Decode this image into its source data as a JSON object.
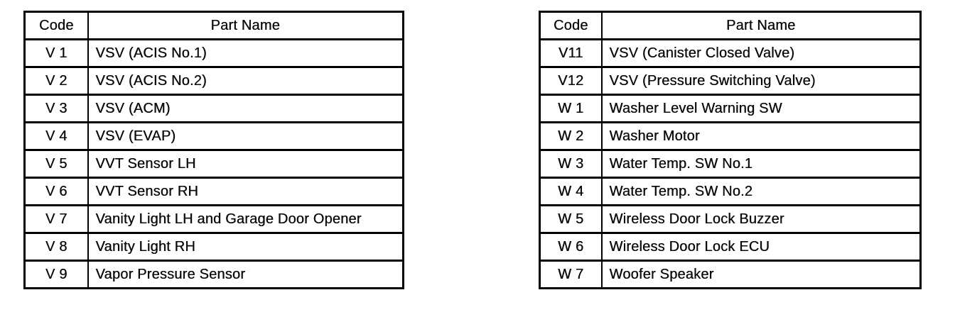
{
  "page": {
    "background_color": "#ffffff",
    "text_color": "#0a0a0a",
    "border_color": "#000000"
  },
  "tables": [
    {
      "id": "left",
      "headers": {
        "code": "Code",
        "part_name": "Part Name"
      },
      "rows": [
        {
          "code": "V 1",
          "part_name": "VSV (ACIS No.1)"
        },
        {
          "code": "V 2",
          "part_name": "VSV (ACIS No.2)"
        },
        {
          "code": "V 3",
          "part_name": "VSV (ACM)"
        },
        {
          "code": "V 4",
          "part_name": "VSV (EVAP)"
        },
        {
          "code": "V 5",
          "part_name": "VVT Sensor LH"
        },
        {
          "code": "V 6",
          "part_name": "VVT Sensor RH"
        },
        {
          "code": "V 7",
          "part_name": "Vanity Light LH and Garage Door Opener"
        },
        {
          "code": "V 8",
          "part_name": "Vanity Light RH"
        },
        {
          "code": "V 9",
          "part_name": "Vapor Pressure Sensor"
        }
      ]
    },
    {
      "id": "right",
      "headers": {
        "code": "Code",
        "part_name": "Part Name"
      },
      "rows": [
        {
          "code": "V11",
          "part_name": "VSV (Canister Closed Valve)"
        },
        {
          "code": "V12",
          "part_name": "VSV (Pressure Switching Valve)"
        },
        {
          "code": "W 1",
          "part_name": "Washer Level Warning SW"
        },
        {
          "code": "W 2",
          "part_name": "Washer Motor"
        },
        {
          "code": "W 3",
          "part_name": "Water Temp. SW No.1"
        },
        {
          "code": "W 4",
          "part_name": "Water Temp. SW No.2"
        },
        {
          "code": "W 5",
          "part_name": "Wireless Door Lock Buzzer"
        },
        {
          "code": "W 6",
          "part_name": "Wireless Door Lock ECU"
        },
        {
          "code": "W 7",
          "part_name": "Woofer Speaker"
        }
      ]
    }
  ]
}
